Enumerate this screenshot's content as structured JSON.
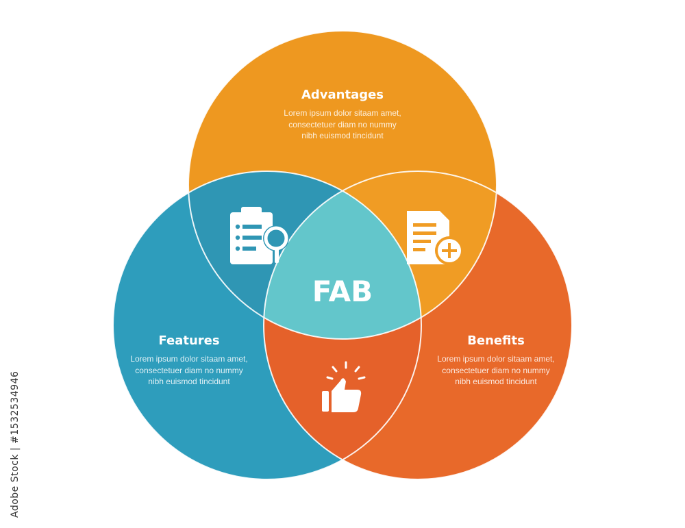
{
  "diagram": {
    "center_label": "FAB",
    "circles": [
      {
        "id": "advantages",
        "heading": "Advantages",
        "lines": [
          "Lorem ipsum dolor sitaam amet,",
          "consectetuer diam no nummy",
          "nibh euismod tincidunt"
        ]
      },
      {
        "id": "features",
        "heading": "Features",
        "lines": [
          "Lorem ipsum dolor sitaam amet,",
          "consectetuer diam no nummy",
          "nibh euismod tincidunt"
        ]
      },
      {
        "id": "benefits",
        "heading": "Benefits",
        "lines": [
          "Lorem ipsum dolor sitaam amet,",
          "consectetuer diam no nummy",
          "nibh euismod tincidunt"
        ]
      }
    ],
    "icons": {
      "features_advantages": "clipboard-search-icon",
      "advantages_benefits": "document-add-icon",
      "features_benefits": "thumbs-up-icon"
    }
  },
  "colors": {
    "advantages": "#EE9820",
    "features": "#2E9DBC",
    "benefits": "#E8692A",
    "features_advantages": "#2F96B4",
    "advantages_benefits": "#F09C24",
    "features_benefits": "#E5612A",
    "center": "#63C6CB"
  },
  "credit": "Adobe Stock | #1532534946"
}
